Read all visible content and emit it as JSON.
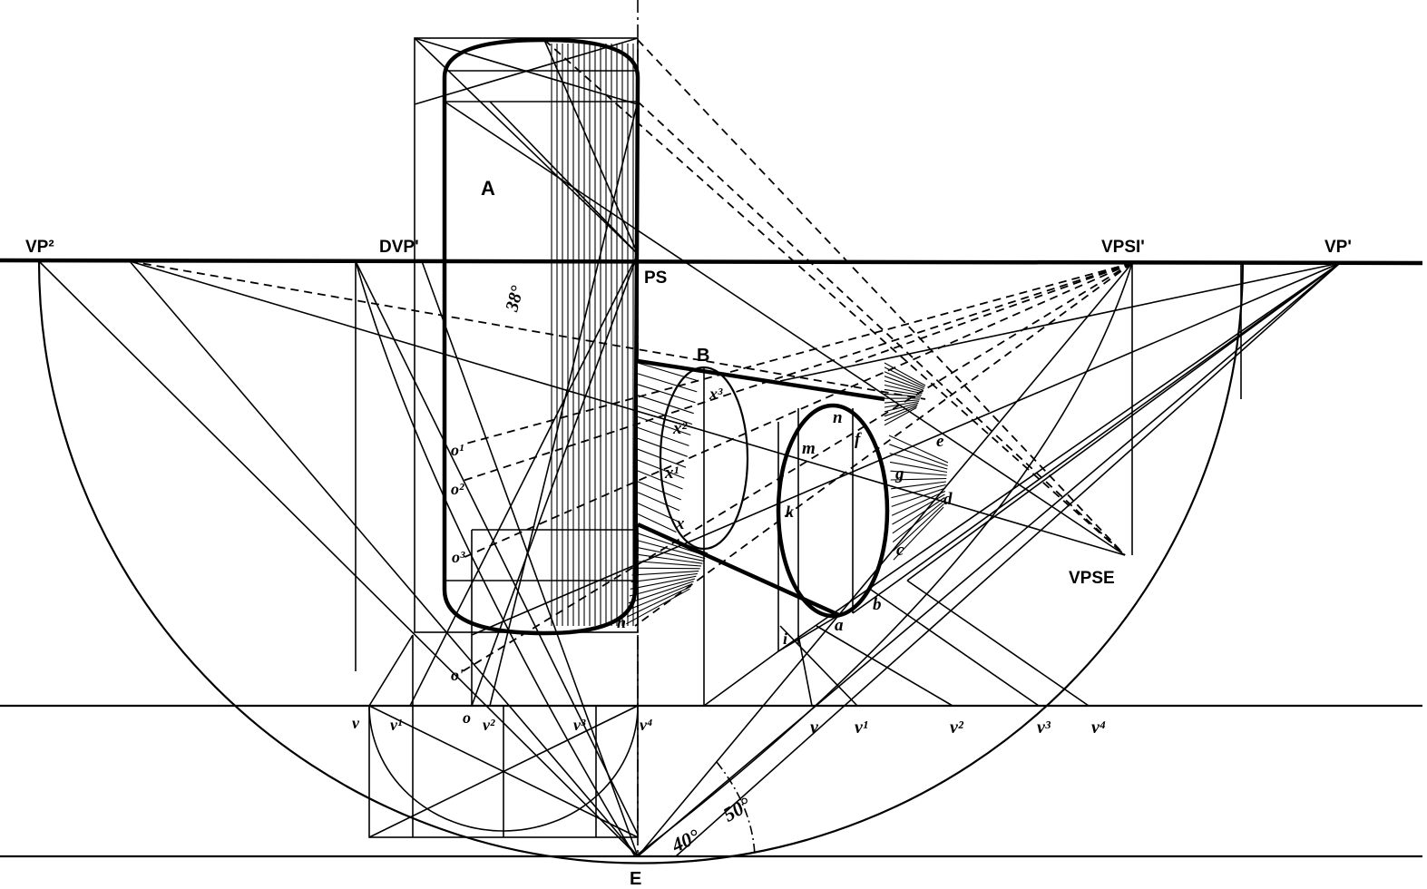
{
  "labels": {
    "A": "A",
    "B": "B",
    "E": "E",
    "PS": "PS",
    "VP2": "VP²",
    "DVP1": "DVP'",
    "VPSI1": "VPSI'",
    "VP1": "VP'",
    "VPSE": "VPSE",
    "angle_38": "38°",
    "angle_50": "50°",
    "angle_40": "40°",
    "o": "o",
    "o1": "o¹",
    "o2": "o²",
    "o3": "o³",
    "o4": "o'",
    "h": "h",
    "i": "i",
    "a": "a",
    "b": "b",
    "c": "c",
    "d": "d",
    "e": "e",
    "f": "f",
    "g": "g",
    "m": "m",
    "n": "n",
    "k": "k",
    "x": "x",
    "x1": "x¹",
    "x2": "x²",
    "x3": "x³",
    "vl_v": "v",
    "vl_v1": "v¹",
    "vl_v2": "v²",
    "vl_v3": "v³",
    "vl_v4": "v⁴",
    "vr_v": "v",
    "vr_v1": "v¹",
    "vr_v2": "v²",
    "vr_v3": "v³",
    "vr_v4": "v⁴"
  }
}
